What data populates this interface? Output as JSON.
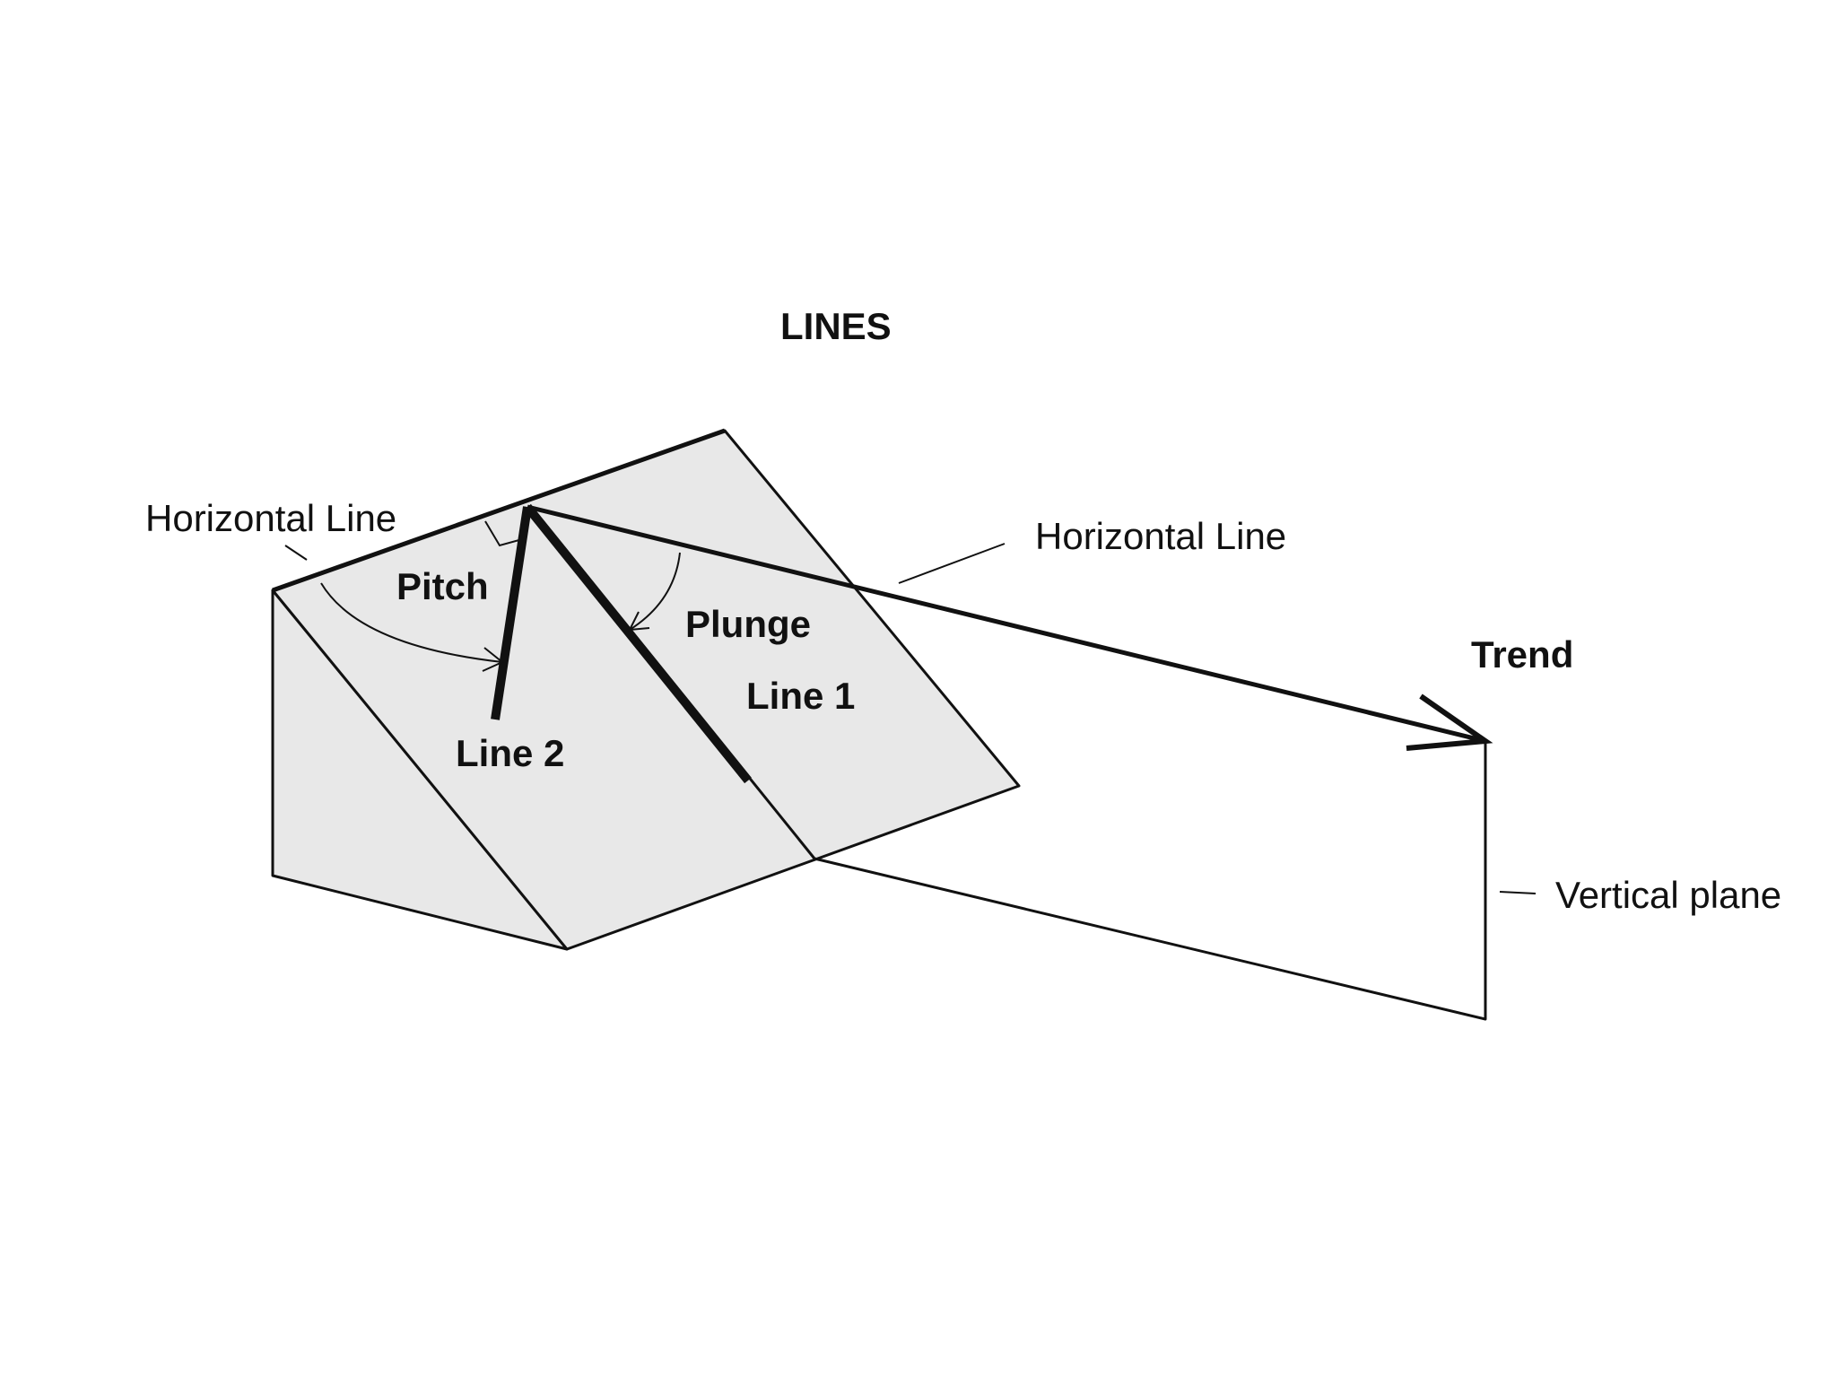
{
  "title": "LINES",
  "labels": {
    "horizontal_line_left": "Horizontal Line",
    "horizontal_line_right": "Horizontal Line",
    "pitch": "Pitch",
    "plunge": "Plunge",
    "line_1": "Line 1",
    "line_2": "Line 2",
    "trend": "Trend",
    "vertical_plane": "Vertical plane"
  },
  "colors": {
    "face_fill": "#e8e8e8",
    "stroke": "#111111",
    "background": "#ffffff"
  }
}
